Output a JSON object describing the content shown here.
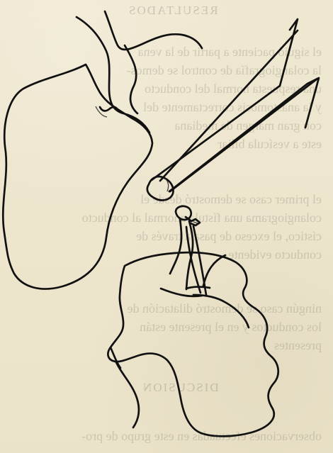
{
  "ghost_text": {
    "top_heading": "RESULTADOS",
    "lines_top": [
      "el siguió paciente a partir de la vena",
      "la colangiografía de control se demos-",
      "una respuesta normal del conducto",
      "y la anastomosis correctamente del",
      "con gran margen de mediana",
      "este a vesícula biliar"
    ],
    "lines_middle": [
      "el primer caso se demostró desde el",
      "colangiograma una fístula anormal al conducto",
      "cístico, el exceso de pasa a través de",
      "conducto evidente"
    ],
    "lines_bottom": [
      "ningún caso se demostró dilatación de",
      "los conductos y en el presente están",
      "presentes"
    ],
    "lower_heading": "DISCUSION",
    "last_line": "observaciones efectuadas en este grupo de pro-"
  }
}
